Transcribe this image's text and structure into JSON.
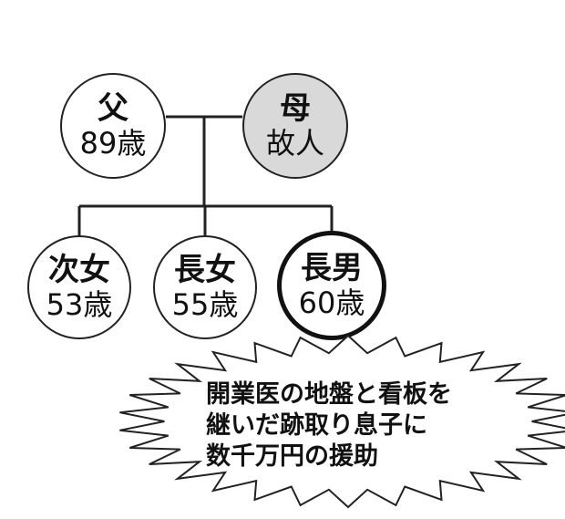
{
  "nodes": {
    "father": {
      "role": "父",
      "note": "89歳"
    },
    "mother": {
      "role": "母",
      "note": "故人"
    },
    "daughter2": {
      "role": "次女",
      "note": "53歳"
    },
    "daughter1": {
      "role": "長女",
      "note": "55歳"
    },
    "son": {
      "role": "長男",
      "note": "60歳"
    }
  },
  "callout": {
    "lines": [
      "開業医の地盤と看板を",
      "継いだ跡取り息子に",
      "数千万円の援助"
    ]
  },
  "colors": {
    "line": "#222222",
    "deceased_fill": "#d9d9d9",
    "background": "#ffffff"
  }
}
